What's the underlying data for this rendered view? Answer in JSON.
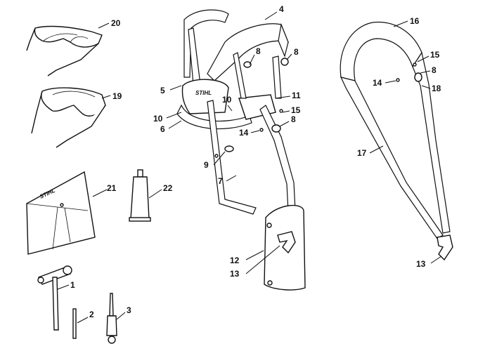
{
  "callouts": {
    "c1": "1",
    "c2": "2",
    "c3": "3",
    "c4": "4",
    "c5": "5",
    "c6": "6",
    "c7": "7",
    "c8a": "8",
    "c8b": "8",
    "c8c": "8",
    "c8d": "8",
    "c9": "9",
    "c10a": "10",
    "c10b": "10",
    "c11": "11",
    "c12": "12",
    "c13a": "13",
    "c13b": "13",
    "c14a": "14",
    "c14b": "14",
    "c15a": "15",
    "c15b": "15",
    "c16": "16",
    "c17": "17",
    "c18": "18",
    "c19": "19",
    "c20": "20",
    "c21": "21",
    "c22": "22"
  },
  "logos": {
    "harness": "STIHL",
    "pouch": "STIHL"
  }
}
